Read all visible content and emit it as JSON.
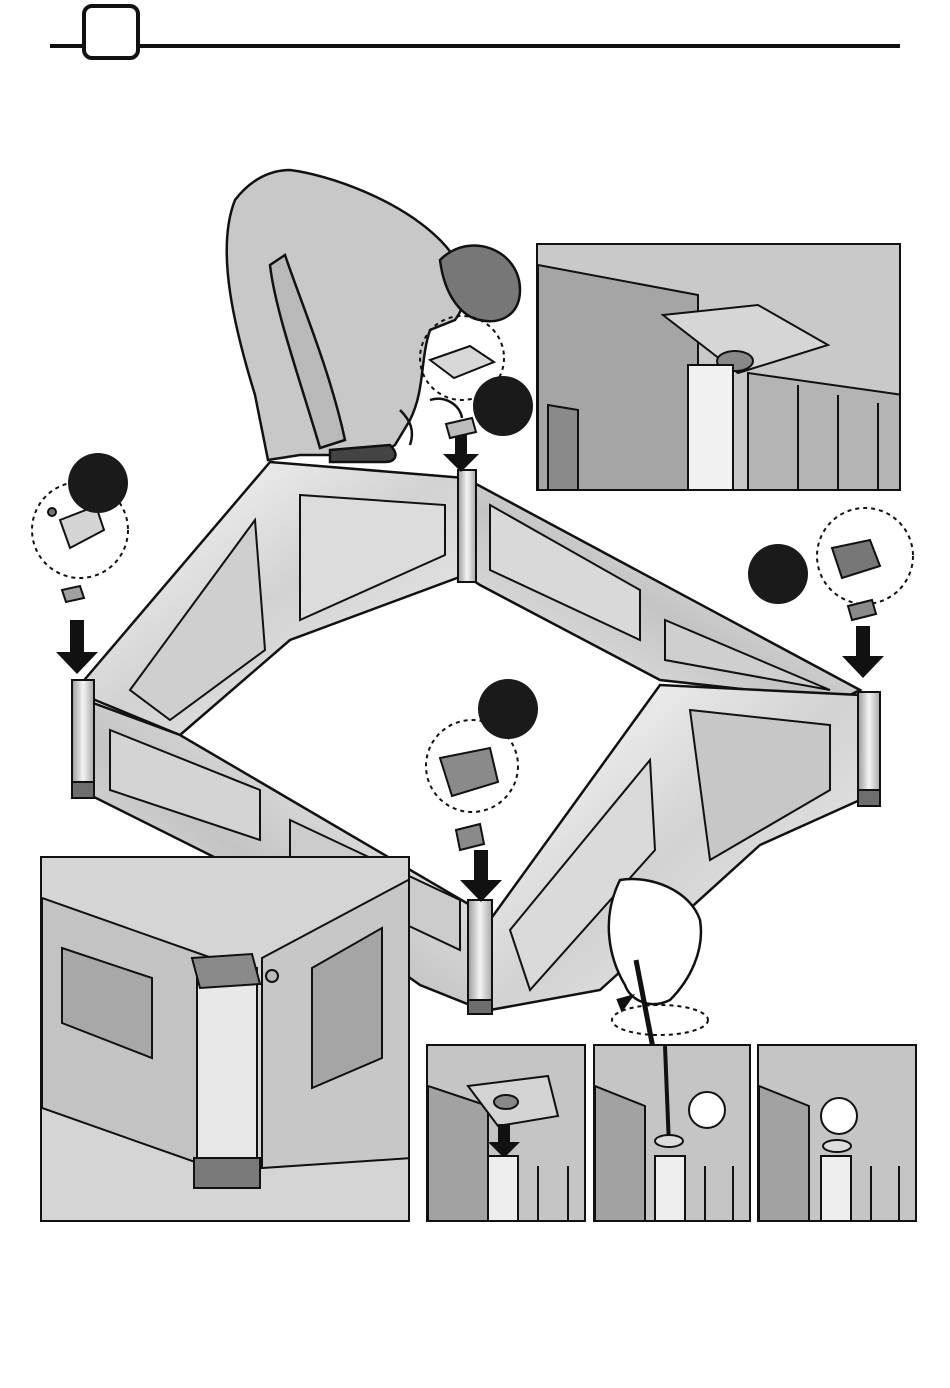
{
  "step_header": {
    "step_number": ""
  },
  "illustration": {
    "markers": [
      {
        "id": "marker-top-center",
        "label": ""
      },
      {
        "id": "marker-left",
        "label": ""
      },
      {
        "id": "marker-right",
        "label": ""
      },
      {
        "id": "marker-center",
        "label": ""
      }
    ]
  },
  "colors": {
    "line": "#111111",
    "panel_light": "#e6e6e6",
    "panel_mid": "#bdbdbd",
    "panel_dark": "#8a8a8a",
    "marker_fill": "#1a1a1a",
    "person_fill": "#c8c8c8"
  }
}
